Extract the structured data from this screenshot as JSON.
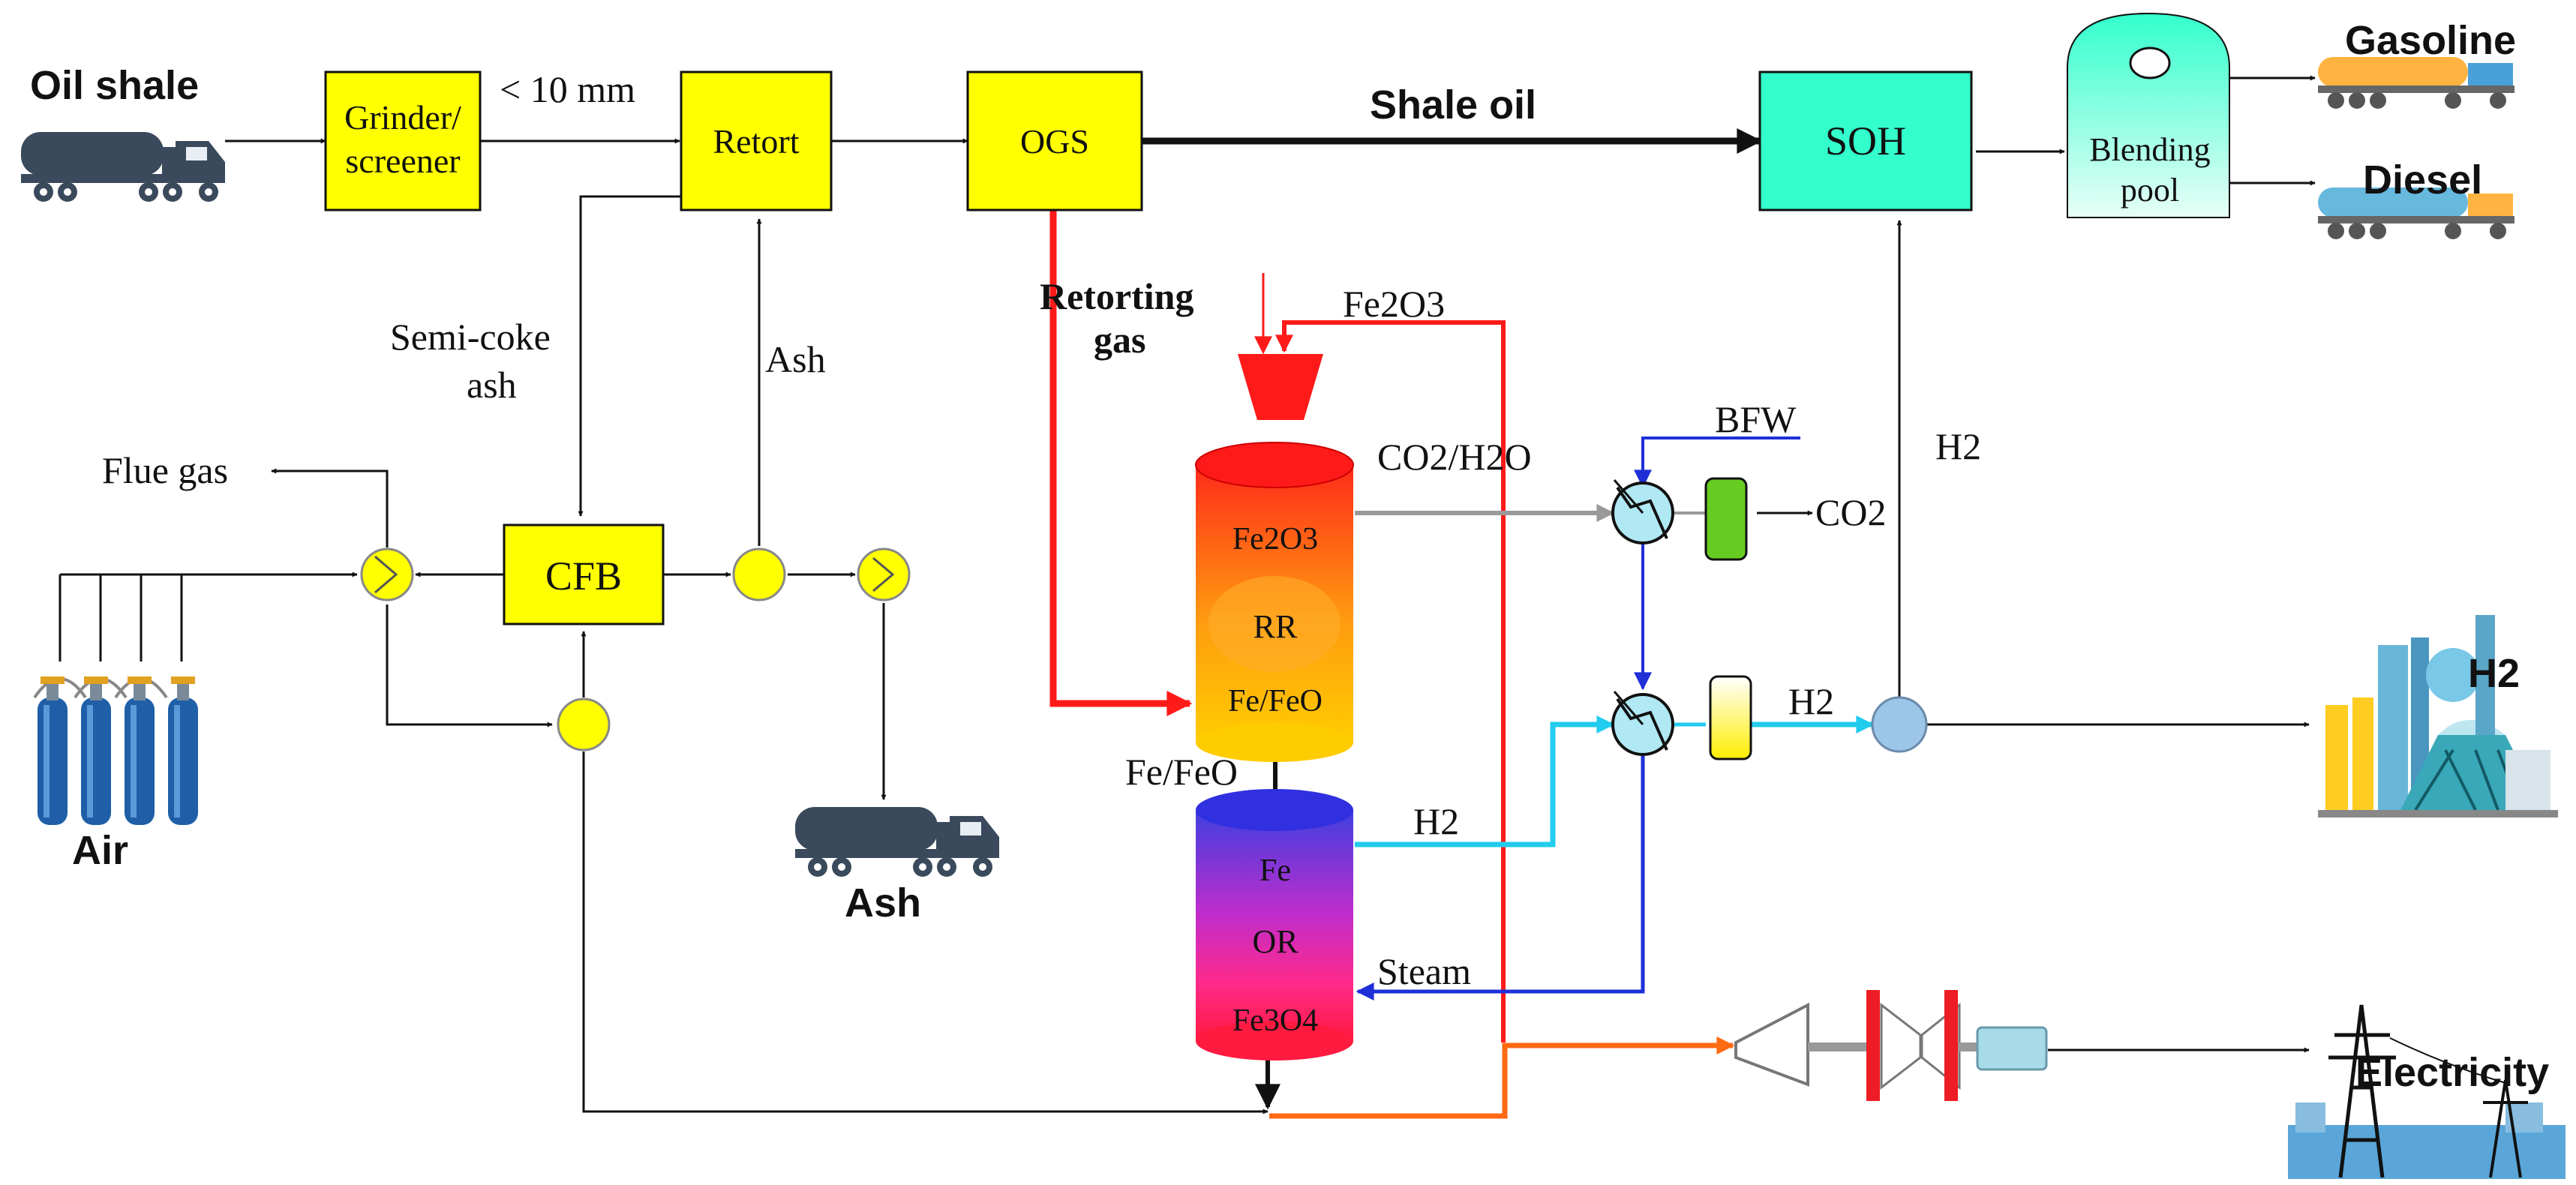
{
  "labels": {
    "oil_shale": "Oil shale",
    "size": "< 10 mm",
    "shale_oil": "Shale oil",
    "gasoline": "Gasoline",
    "diesel": "Diesel",
    "blending_1": "Blending",
    "blending_2": "pool",
    "retorting_1": "Retorting",
    "retorting_2": "gas",
    "fe2o3_top": "Fe2O3",
    "semi_coke_1": "Semi-coke",
    "semi_coke_2": "ash",
    "ash_up": "Ash",
    "ash_truck": "Ash",
    "flue_gas": "Flue gas",
    "air": "Air",
    "co2_h2o": "CO2/H2O",
    "bfw": "BFW",
    "co2_out": "CO2",
    "h2_right": "H2",
    "h2_small": "H2",
    "h2_plant": "H2",
    "h2_or": "H2",
    "fe_feo_mid": "Fe/FeO",
    "steam": "Steam",
    "electricity": "Electricity"
  },
  "boxes": {
    "grinder_1": "Grinder/",
    "grinder_2": "screener",
    "retort": "Retort",
    "ogs": "OGS",
    "soh": "SOH",
    "cfb": "CFB"
  },
  "reactors": {
    "rr_top": "Fe2O3",
    "rr_mid": "RR",
    "rr_bot": "Fe/FeO",
    "or_top": "Fe",
    "or_mid": "OR",
    "or_bot": "Fe3O4"
  },
  "colors": {
    "box_yellow": "#ffff00",
    "soh_teal": "#33ffcc",
    "retorting_red": "#ff1a1a",
    "h2_cyan": "#22ccee",
    "bfw_blue": "#1f2fd8",
    "co2_gray": "#999999",
    "power_orange": "#ff6a13",
    "truck_navy": "#3a4a5c"
  }
}
